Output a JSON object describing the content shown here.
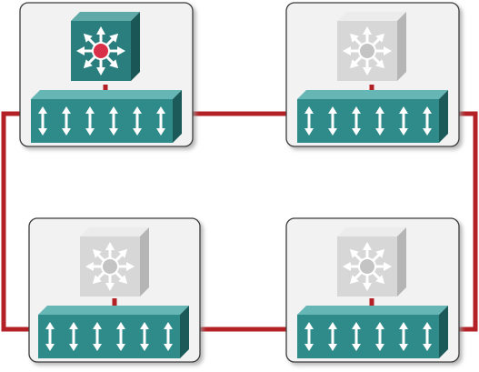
{
  "colors": {
    "link": "#b32025",
    "panel_fill": "#f2f2f2",
    "panel_stroke": "#3a3a3a",
    "panel_shadow": "#a9a9a9",
    "switch_front": "#2f8a8a",
    "switch_top": "#66b6b6",
    "switch_side": "#1c5a5a",
    "router_active_front": "#2a7e7e",
    "router_active_top": "#5fa9a9",
    "router_active_side": "#1b5656",
    "router_active_hub": "#d9304a",
    "router_inactive_front": "#d7d7d7",
    "router_inactive_top": "#ececec",
    "router_inactive_side": "#b5b5b5",
    "router_inactive_hub": "#c4c4c4",
    "arrow": "#ffffff"
  },
  "nodes": [
    {
      "id": "top-left",
      "router_state": "active"
    },
    {
      "id": "top-right",
      "router_state": "inactive"
    },
    {
      "id": "bottom-left",
      "router_state": "inactive"
    },
    {
      "id": "bottom-right",
      "router_state": "inactive"
    }
  ],
  "topology": "ring",
  "switch_ports": 6
}
